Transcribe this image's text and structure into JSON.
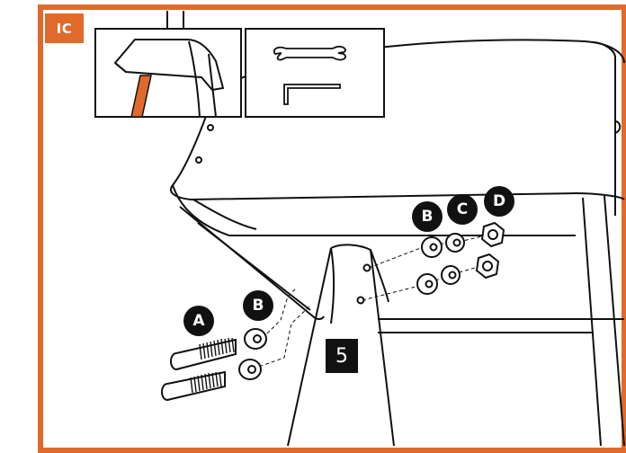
{
  "step": {
    "label": "IC"
  },
  "colors": {
    "accent": "#e06a2c",
    "ink": "#111111",
    "paper": "#ffffff"
  },
  "tools": [
    "wrench-icon",
    "hex-key-icon"
  ],
  "callouts": {
    "bolt": "A",
    "washer_left": "B",
    "washer_right": "B",
    "lock_washer": "C",
    "nut": "D"
  },
  "leg_number": "5"
}
